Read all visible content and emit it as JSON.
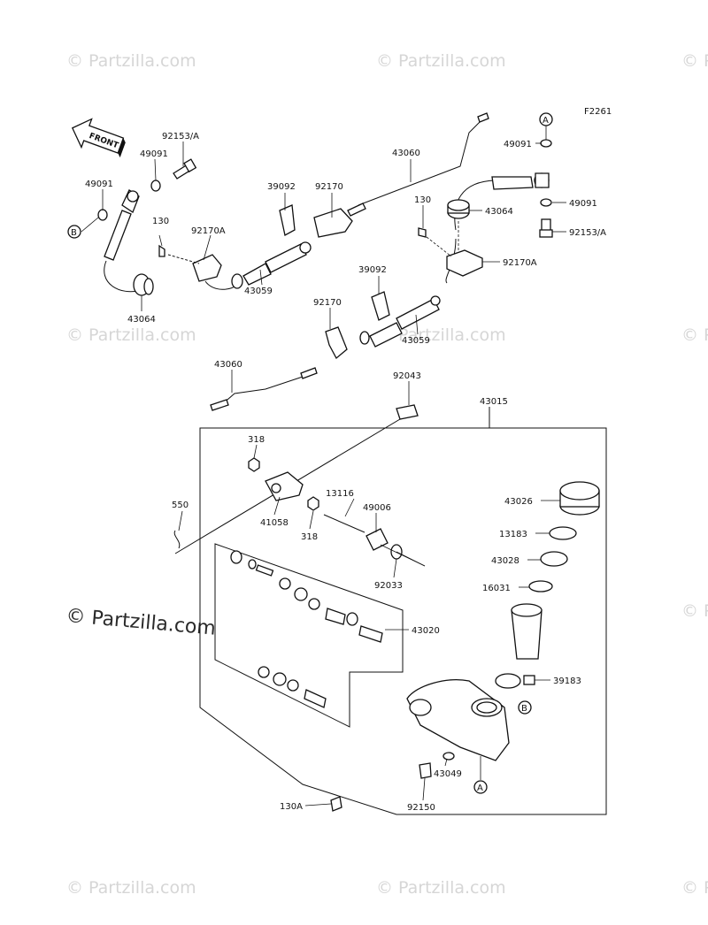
{
  "figure_code": "F2261",
  "watermark_text": "© Partzilla.com",
  "front_label": "FRONT",
  "callouts": {
    "a": "A",
    "b": "B"
  },
  "labels": [
    {
      "id": "l_92153a_left",
      "text": "92153/A"
    },
    {
      "id": "l_49091_a",
      "text": "49091"
    },
    {
      "id": "l_49091_b",
      "text": "49091"
    },
    {
      "id": "l_130_left",
      "text": "130"
    },
    {
      "id": "l_92170a_left",
      "text": "92170A"
    },
    {
      "id": "l_43064_left",
      "text": "43064"
    },
    {
      "id": "l_39092_top",
      "text": "39092"
    },
    {
      "id": "l_92170_top",
      "text": "92170"
    },
    {
      "id": "l_43059_top",
      "text": "43059"
    },
    {
      "id": "l_43060_top",
      "text": "43060"
    },
    {
      "id": "l_49091_right_top",
      "text": "49091"
    },
    {
      "id": "l_130_right",
      "text": "130"
    },
    {
      "id": "l_43064_right",
      "text": "43064"
    },
    {
      "id": "l_49091_right",
      "text": "49091"
    },
    {
      "id": "l_92153a_right",
      "text": "92153/A"
    },
    {
      "id": "l_92170a_right",
      "text": "92170A"
    },
    {
      "id": "l_39092_mid",
      "text": "39092"
    },
    {
      "id": "l_92170_mid",
      "text": "92170"
    },
    {
      "id": "l_43059_mid",
      "text": "43059"
    },
    {
      "id": "l_43060_mid",
      "text": "43060"
    },
    {
      "id": "l_92043",
      "text": "92043"
    },
    {
      "id": "l_43015",
      "text": "43015"
    },
    {
      "id": "l_318_top",
      "text": "318"
    },
    {
      "id": "l_13116",
      "text": "13116"
    },
    {
      "id": "l_49006",
      "text": "49006"
    },
    {
      "id": "l_550",
      "text": "550"
    },
    {
      "id": "l_41058",
      "text": "41058"
    },
    {
      "id": "l_318_bot",
      "text": "318"
    },
    {
      "id": "l_92033",
      "text": "92033"
    },
    {
      "id": "l_43026",
      "text": "43026"
    },
    {
      "id": "l_13183",
      "text": "13183"
    },
    {
      "id": "l_43028",
      "text": "43028"
    },
    {
      "id": "l_16031",
      "text": "16031"
    },
    {
      "id": "l_43020",
      "text": "43020"
    },
    {
      "id": "l_39183",
      "text": "39183"
    },
    {
      "id": "l_43049",
      "text": "43049"
    },
    {
      "id": "l_92150",
      "text": "92150"
    },
    {
      "id": "l_130a",
      "text": "130A"
    }
  ]
}
